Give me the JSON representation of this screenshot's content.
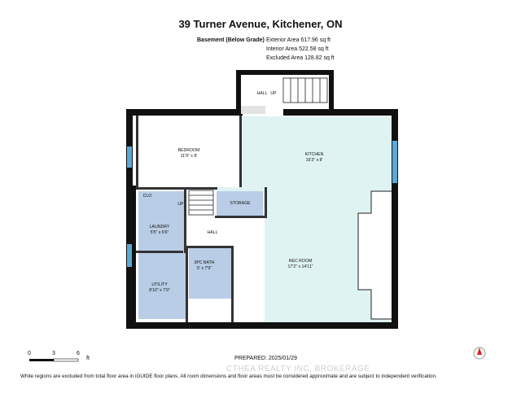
{
  "header": {
    "title": "39 Turner Avenue, Kitchener, ON",
    "level_name": "Basement (Below Grade)",
    "exterior_area": "Exterior Area 617.96 sq ft",
    "interior_area": "Interior Area 522.58 sq ft",
    "excluded_area": "Excluded Area 128.82 sq ft"
  },
  "rooms": {
    "hall_top": "HALL",
    "up_top": "UP",
    "bedroom": "BEDROOM",
    "bedroom_dim": "11'9\" x 8'",
    "kitchen": "KITCHEN",
    "kitchen_dim": "16'3\" x 8'",
    "clo": "CLO",
    "up_mid": "UP",
    "storage": "STORAGE",
    "laundry": "LAUNDRY",
    "laundry_dim": "5'5\" x 6'6\"",
    "hall_mid": "HALL",
    "rec_room": "REC ROOM",
    "rec_room_dim": "17'2\" x 14'11\"",
    "bath": "3PC BATH",
    "bath_dim": "5' x 7'9\"",
    "utility": "UTILITY",
    "utility_dim": "8'10\" x 7'9\""
  },
  "scale": {
    "t0": "0",
    "t3": "3",
    "t6": "6",
    "unit": "ft"
  },
  "prepared": "PREPARED: 2025/01/29",
  "footer": "White regions are excluded from total floor area in iGUIDE floor plans. All room dimensions and floor areas must be considered approximate and are subject to independent verification.",
  "watermark": "CTHEA REALTY INC, BROKERAGE",
  "colors": {
    "blue_room": "#b9cde6",
    "teal_room": "#dff3f2",
    "wall": "#111111",
    "window": "#5aa9d6"
  }
}
